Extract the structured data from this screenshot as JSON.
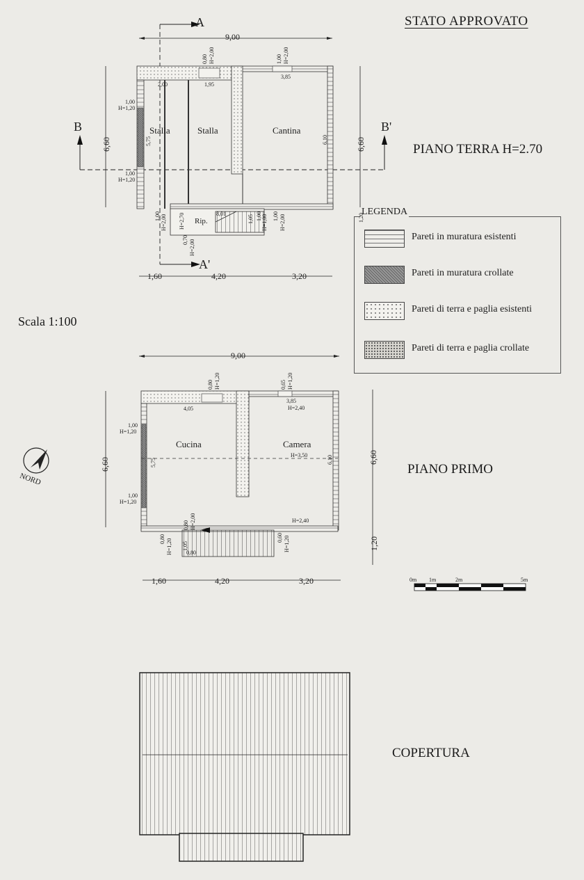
{
  "header": {
    "title": "STATO APPROVATO"
  },
  "scale_label": "Scala 1:100",
  "floors": {
    "ground": {
      "title": "PIANO TERRA H=2.70",
      "total_width": "9,00",
      "total_height": "6,60",
      "partial_widths": [
        "1,60",
        "4,20",
        "3,20"
      ],
      "rooms": [
        "Stalla",
        "Stalla",
        "Cantina",
        "Rip."
      ],
      "section_marks": [
        "A",
        "A'",
        "B",
        "B'"
      ],
      "small_labels": [
        "0,80",
        "H=2,00",
        "1,00",
        "H=2,00",
        "2,00",
        "1,95",
        "3,85",
        "1,00",
        "H=1,20",
        "5,75",
        "6,10",
        "1,00",
        "H=1,20",
        "1,00",
        "H=2,00",
        "H=2,70",
        "0,70",
        "H=2,00",
        "8,01",
        "1,05",
        "1,00",
        "H=1,00",
        "1,00",
        "H=2,00",
        "1,20"
      ]
    },
    "first": {
      "title": "PIANO PRIMO",
      "total_width": "9,00",
      "total_height": "6,60",
      "partial_widths": [
        "1,60",
        "4,20",
        "3,20"
      ],
      "rooms": [
        "Cucina",
        "Camera"
      ],
      "small_labels": [
        "0,80",
        "H=1,20",
        "0,65",
        "H=1,20",
        "4,05",
        "3,85",
        "H=2,40",
        "1,00",
        "H=1,20",
        "5,75",
        "H=3,50",
        "6,10",
        "1,00",
        "H=1,20",
        "0,80",
        "H=2,00",
        "H=2,40",
        "0,80",
        "H=1,20",
        "1,05",
        "0,80",
        "0,60",
        "H=1,20",
        "1,20"
      ]
    },
    "roof": {
      "title": "COPERTURA"
    }
  },
  "legend": {
    "title": "LEGENDA",
    "items": [
      {
        "label": "Pareti in muratura esistenti",
        "swatch": "brick"
      },
      {
        "label": "Pareti in muratura crollate",
        "swatch": "crolled"
      },
      {
        "label": "Pareti di terra e paglia esistenti",
        "swatch": "earth"
      },
      {
        "label": "Pareti di terra e paglia crollate",
        "swatch": "earthc"
      }
    ]
  },
  "north": {
    "label": "NORD"
  },
  "scale_bar": {
    "labels": [
      "0m",
      "1m",
      "2m",
      "5m"
    ]
  },
  "colors": {
    "paper": "#ecebe7",
    "ink": "#1e1e1e",
    "crolled": "#888888"
  }
}
